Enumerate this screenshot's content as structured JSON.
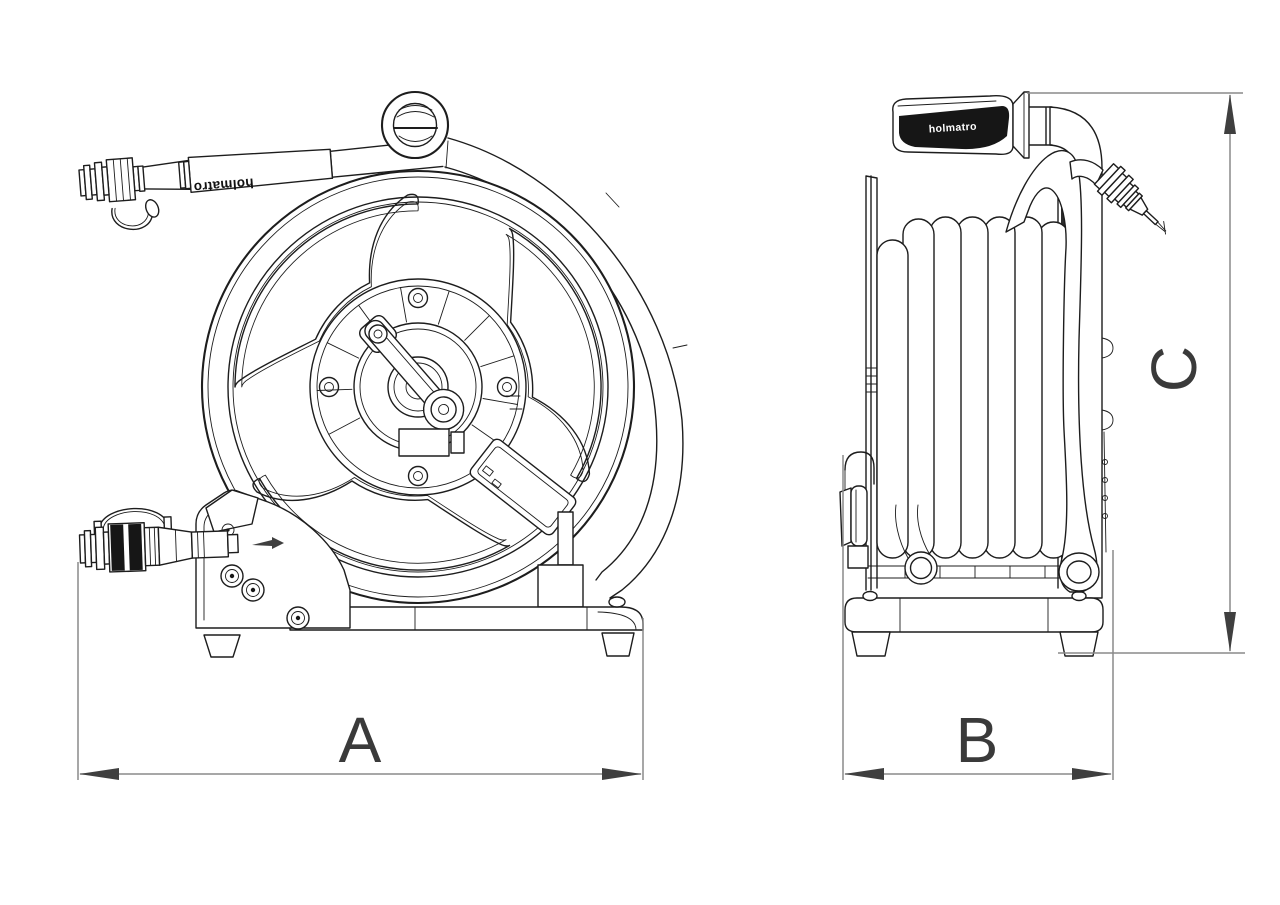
{
  "page": {
    "background": "#ffffff"
  },
  "drawing": {
    "type": "technical-line-drawing",
    "subject": "hose reel, front and side orthographic views with dimension callouts",
    "front_view": {
      "brand_label": "holmatro"
    },
    "side_view": {
      "brand_label": "holmatro"
    },
    "dimensions": {
      "a": {
        "label": "A",
        "orientation": "horizontal"
      },
      "b": {
        "label": "B",
        "orientation": "horizontal"
      },
      "c": {
        "label": "C",
        "orientation": "vertical"
      }
    },
    "colors": {
      "line": "#1d1d1d",
      "dimension_line": "#8a8a8a",
      "dimension_text": "#3a3a3a",
      "label_band": "#111111"
    }
  }
}
